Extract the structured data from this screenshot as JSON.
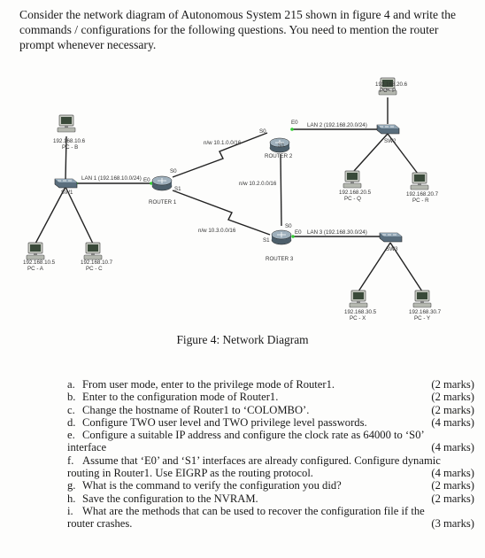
{
  "intro": "Consider the network diagram of Autonomous System 215 shown in figure 4 and write the commands / configurations for the following questions. You need to mention the router prompt whenever necessary.",
  "diagram": {
    "pc_b": {
      "ip": "192.168.10.6",
      "name": "PC - B"
    },
    "pc_a": {
      "ip": "192.168.10.5",
      "name": "PC - A"
    },
    "pc_c": {
      "ip": "192.168.10.7",
      "name": "PC - C"
    },
    "pc_p": {
      "ip": "192.168.20.6",
      "name": "PC - P"
    },
    "pc_q": {
      "ip": "192.168.20.5",
      "name": "PC - Q"
    },
    "pc_r": {
      "ip": "192.168.20.7",
      "name": "PC - R"
    },
    "pc_x": {
      "ip": "192.168.30.5",
      "name": "PC - X"
    },
    "pc_y": {
      "ip": "192.168.30.7",
      "name": "PC - Y"
    },
    "sw1": "SW1",
    "sw2": "SW2",
    "sw3": "SW3",
    "router1": "ROUTER 1",
    "router2": "ROUTER 2",
    "router3": "ROUTER 3",
    "lan1": "LAN 1 (192.168.10.0/24)",
    "lan2": "LAN 2 (192.168.20.0/24)",
    "lan3": "LAN 3 (192.168.30.0/24)",
    "net1": "n/w 10.1.0.0/16",
    "net2": "n/w 10.2.0.0/16",
    "net3": "n/w 10.3.0.0/16",
    "if_e0": "E0",
    "if_s0": "S0",
    "if_s1": "S1"
  },
  "caption": "Figure 4: Network Diagram",
  "questions": [
    {
      "letter": "a.",
      "text": "From user mode, enter to the privilege mode of Router1.",
      "marks": "(2 marks)"
    },
    {
      "letter": "b.",
      "text": "Enter to the configuration mode of Router1.",
      "marks": "(2 marks)"
    },
    {
      "letter": "c.",
      "text": "Change the hostname of Router1 to ‘COLOMBO’.",
      "marks": "(2 marks)"
    },
    {
      "letter": "d.",
      "text": "Configure TWO user level and TWO privilege level passwords.",
      "marks": "(4 marks)"
    },
    {
      "letter": "e.",
      "text": "Configure a suitable IP address and configure the clock rate as 64000 to ‘S0’",
      "cont": "interface",
      "marks": "(4 marks)"
    },
    {
      "letter": "f.",
      "text": "Assume that ‘E0’ and ‘S1’ interfaces are already configured. Configure dynamic",
      "cont": "routing in Router1. Use EIGRP as the routing protocol.",
      "marks": "(4 marks)"
    },
    {
      "letter": "g.",
      "text": "What is the command to verify the configuration you did?",
      "marks": "(2 marks)"
    },
    {
      "letter": "h.",
      "text": "Save the configuration to the NVRAM.",
      "marks": "(2 marks)"
    },
    {
      "letter": "i.",
      "text": "What are the methods that can be used to recover the configuration file if the",
      "cont": "router crashes.",
      "marks": "(3 marks)"
    }
  ]
}
